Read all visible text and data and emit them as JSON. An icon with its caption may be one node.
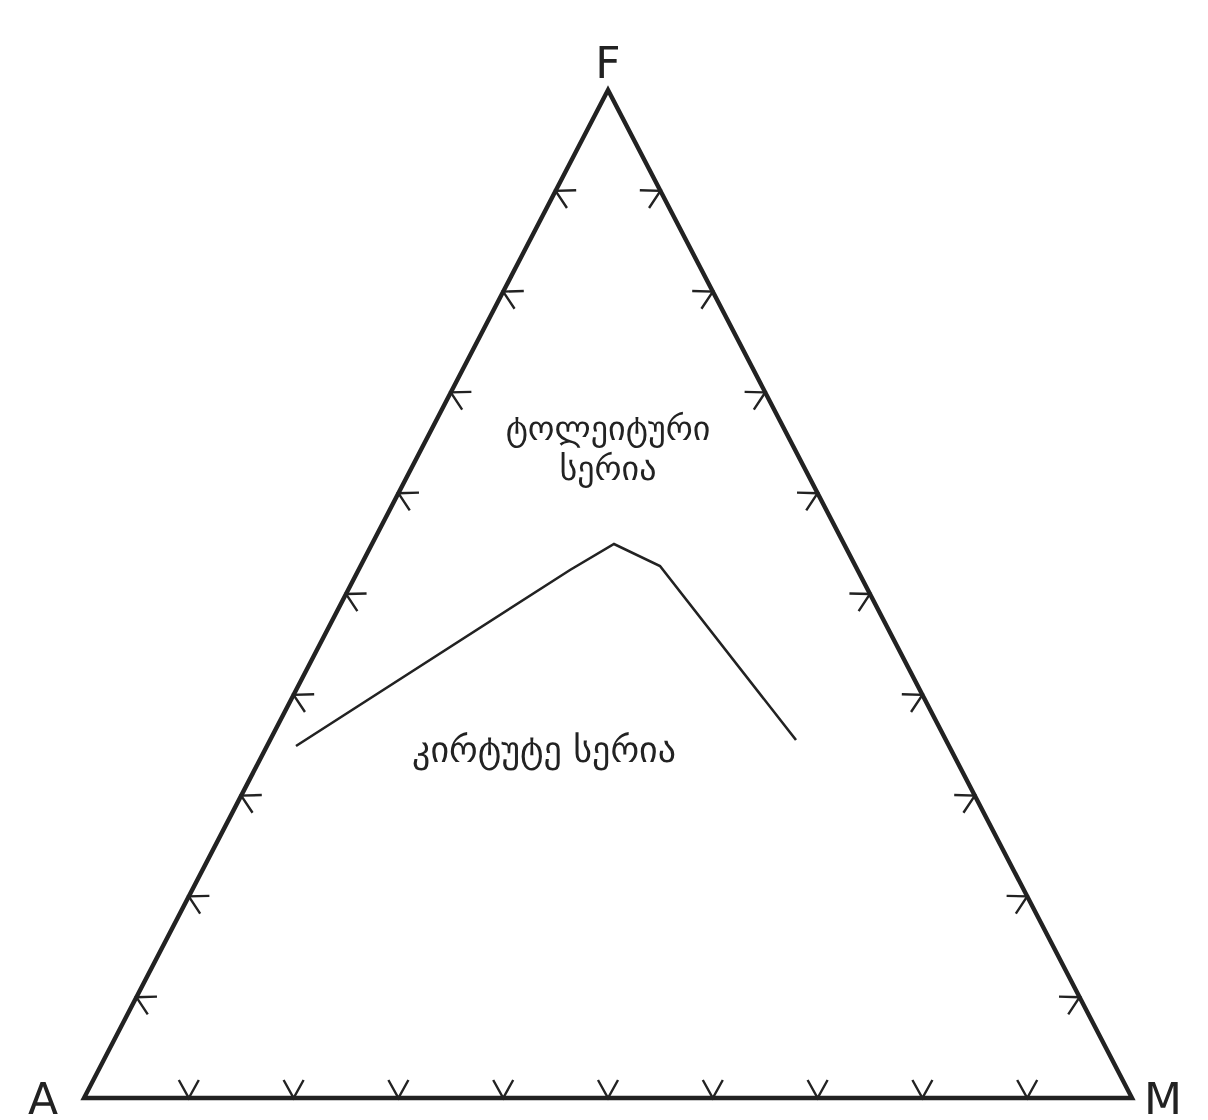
{
  "diagram": {
    "labels": [
      "F",
      "ტოლეიტური სერია",
      "კირტუტე სერია",
      "A",
      "M"
    ]
  }
}
